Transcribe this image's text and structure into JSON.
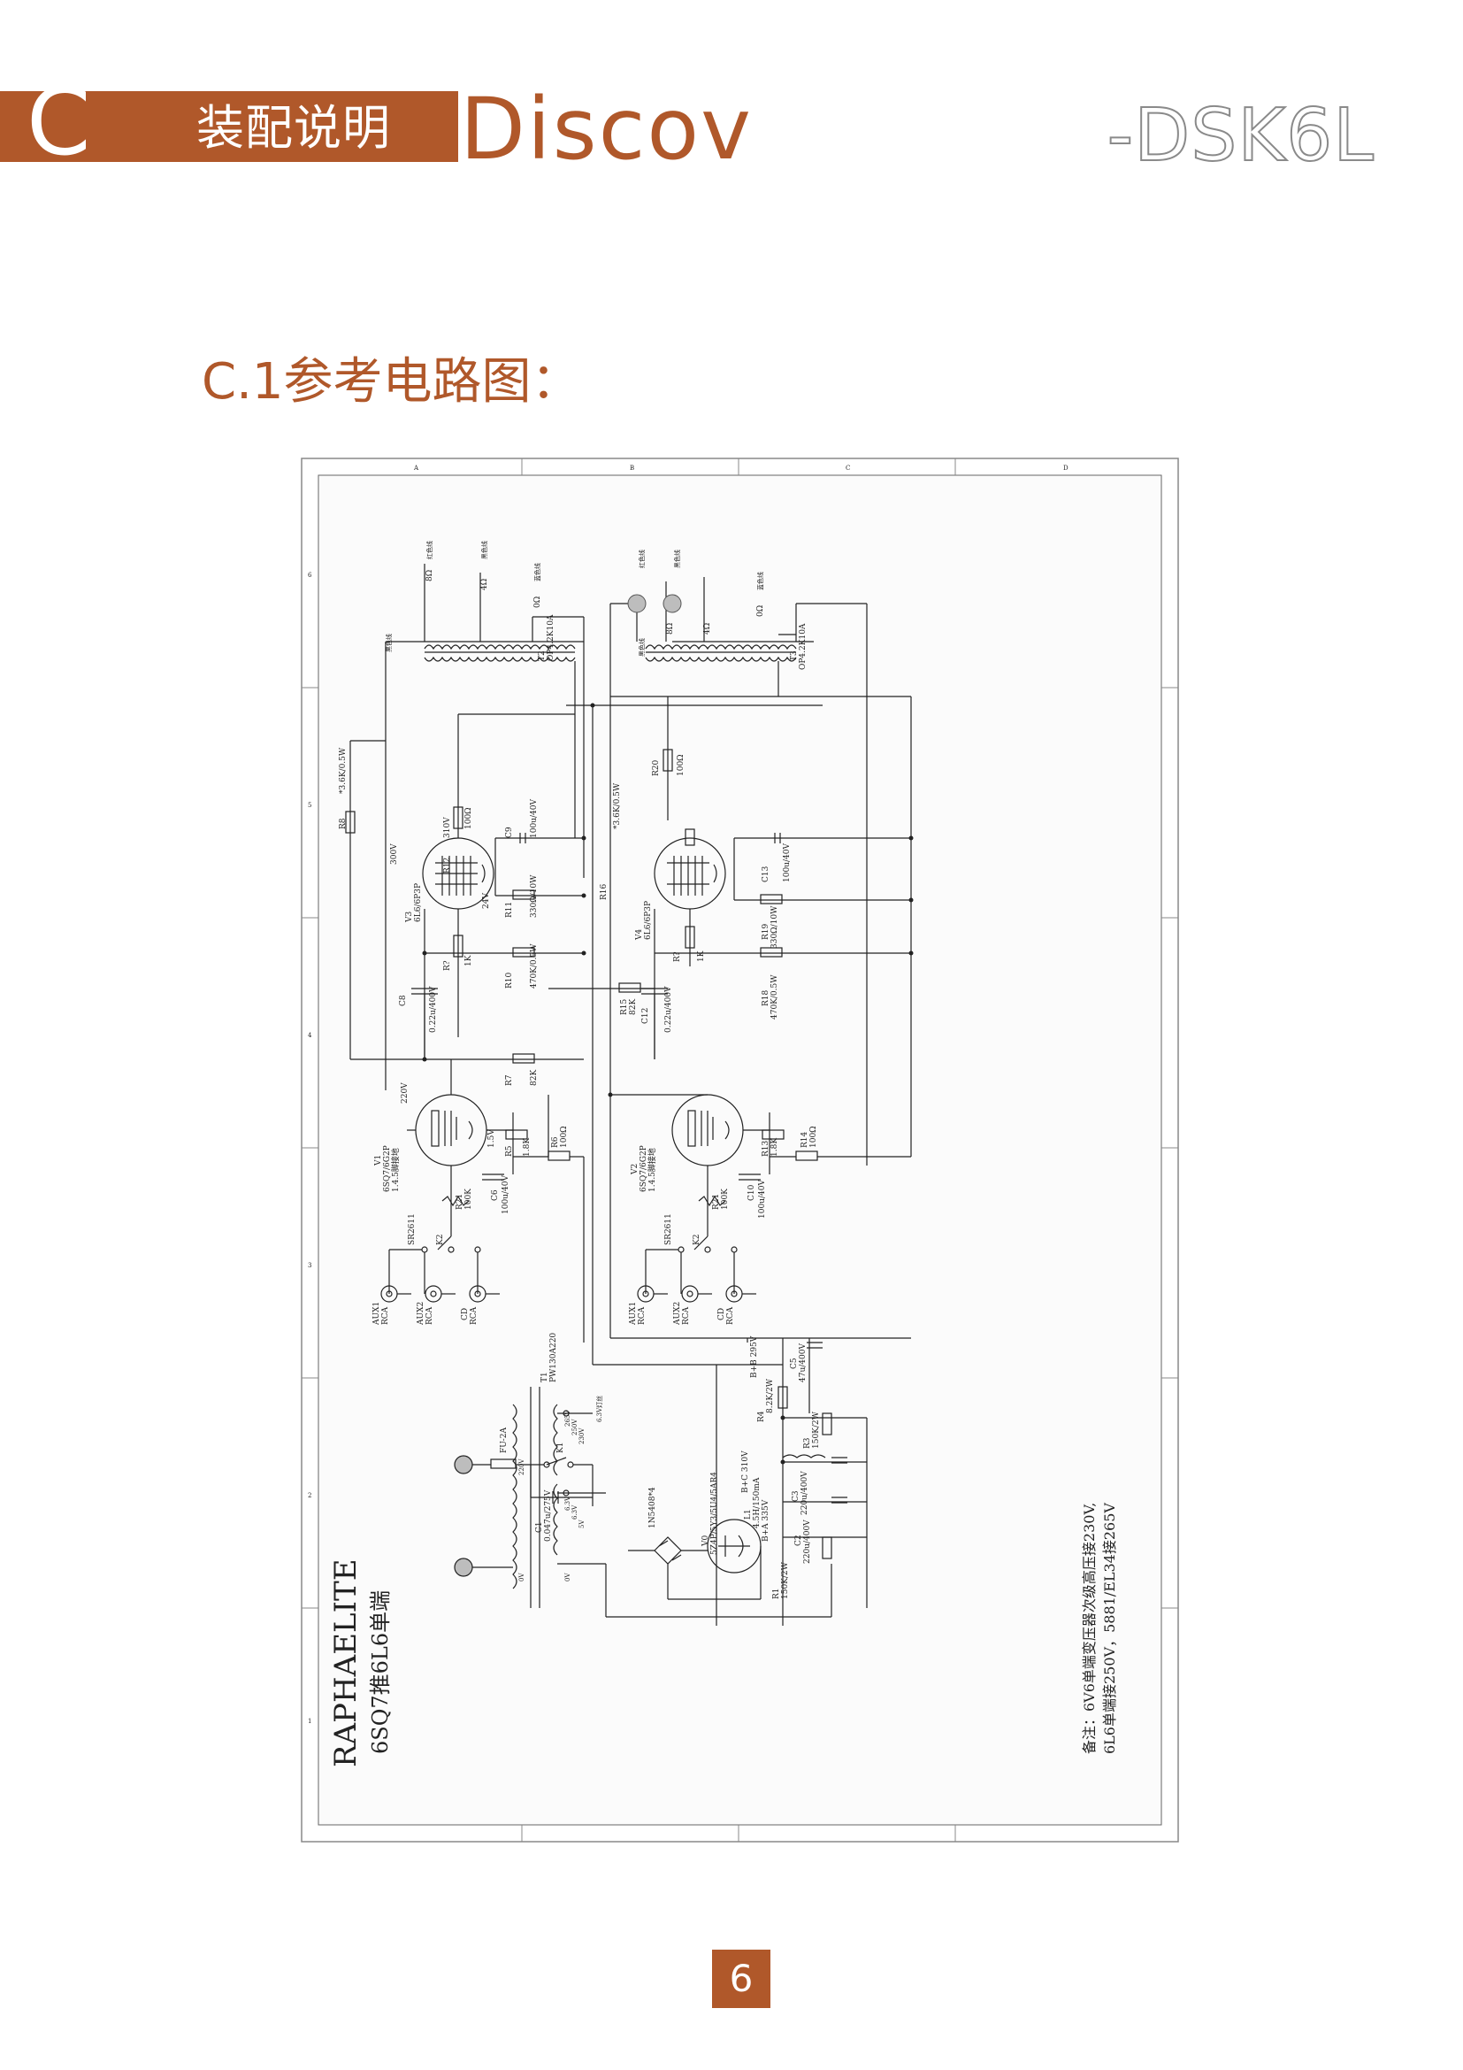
{
  "header": {
    "section_letter": "C",
    "title": "装配说明",
    "brand": "Discov",
    "model": "-DSK6L"
  },
  "section": {
    "heading": "C.1参考电路图："
  },
  "schematic": {
    "title": "RAPHAELITE",
    "subtitle": "6SQ7推6L6单端",
    "note_line1": "备注：6V6单端变压器次级高压接230V,",
    "note_line2": "6L6单端接250V，5881/EL34接265V",
    "frame_cols": [
      "A",
      "B",
      "C",
      "D"
    ],
    "frame_rows": [
      "1",
      "2",
      "3",
      "4",
      "5",
      "6"
    ],
    "output_transformers": [
      {
        "ref": "T2",
        "spec": "OP4.2K10A",
        "taps": [
          "8Ω",
          "4Ω",
          "0Ω"
        ],
        "tap_labels": [
          "红色线",
          "黑色线",
          "蓝色线",
          "黑色线"
        ]
      },
      {
        "ref": "T3",
        "spec": "OP4.2K10A",
        "taps": [
          "8Ω",
          "4Ω",
          "0Ω"
        ],
        "tap_labels": [
          "红色线",
          "黑色线",
          "蓝色线",
          "黑色线"
        ]
      }
    ],
    "output_tubes": [
      {
        "ref": "V3",
        "type": "6L6/6P3P",
        "voltages": [
          "310V",
          "300V",
          "24V"
        ]
      },
      {
        "ref": "V4",
        "type": "6L6/6P3P"
      }
    ],
    "driver_tubes": [
      {
        "ref": "V1",
        "type": "6SQ7/6G2P",
        "note": "1.4.5脚接地",
        "voltage": "220V",
        "pin_voltage": "1.5V"
      },
      {
        "ref": "V2",
        "type": "6SQ7/6G2P",
        "note": "1.4.5脚接地"
      }
    ],
    "resistors_left": [
      {
        "ref": "R12",
        "value": "100Ω"
      },
      {
        "ref": "R11",
        "value": "330Ω/10W"
      },
      {
        "ref": "R10",
        "value": "470K/0.5W"
      },
      {
        "ref": "R7",
        "value": "82K"
      },
      {
        "ref": "R?",
        "value": "1K"
      },
      {
        "ref": "R8",
        "value": "*3.6K/0.5W"
      },
      {
        "ref": "R5",
        "value": "1.8K"
      },
      {
        "ref": "R6",
        "value": "100Ω"
      },
      {
        "ref": "R21",
        "value": "100K"
      }
    ],
    "resistors_right": [
      {
        "ref": "R20",
        "value": "100Ω"
      },
      {
        "ref": "R19",
        "value": "330Ω/10W"
      },
      {
        "ref": "R18",
        "value": "470K/0.5W"
      },
      {
        "ref": "R15",
        "value": "82K"
      },
      {
        "ref": "R?",
        "value": "1K"
      },
      {
        "ref": "R16",
        "value": "*3.6K/0.5W"
      },
      {
        "ref": "R13",
        "value": "1.8K"
      },
      {
        "ref": "R14",
        "value": "100Ω"
      },
      {
        "ref": "R21",
        "value": "100K"
      }
    ],
    "capacitors": [
      {
        "ref": "C9",
        "value": "100u/40V"
      },
      {
        "ref": "C8",
        "value": "0.22u/400V"
      },
      {
        "ref": "C6",
        "value": "100u/40V"
      },
      {
        "ref": "C13",
        "value": "100u/40V"
      },
      {
        "ref": "C12",
        "value": "0.22u/400V"
      },
      {
        "ref": "C10",
        "value": "100u/40V"
      }
    ],
    "selectors": [
      {
        "ref": "K2",
        "part": "SR2611",
        "inputs": [
          "AUX1",
          "AUX2",
          "CD"
        ],
        "conn": "RCA"
      },
      {
        "ref": "K2",
        "part": "SR2611",
        "inputs": [
          "AUX1",
          "AUX2",
          "CD"
        ],
        "conn": "RCA"
      }
    ],
    "power_supply": {
      "fuse": "FU-2A",
      "switch": "K1",
      "c1": {
        "ref": "C1",
        "value": "0.047u/275V"
      },
      "transformer": {
        "ref": "T1",
        "spec": "PW130A220",
        "pri": [
          "220V",
          "0V"
        ],
        "sec": [
          "265V",
          "250V",
          "230V",
          "0V",
          "6.3V",
          "6.3V",
          "5V"
        ],
        "note": "6.3V灯丝"
      },
      "rectifier_tube": {
        "ref": "V0",
        "type": "5Z4P/5Y3/5U4/5AR4"
      },
      "diodes": "1N5408*4",
      "choke": {
        "ref": "L1",
        "value": "4.5H/150mA"
      },
      "r1": {
        "ref": "R1",
        "value": "150K/2W"
      },
      "r3": {
        "ref": "R3",
        "value": "150K/2W"
      },
      "r4": {
        "ref": "R4",
        "value": "8.2K/2W"
      },
      "c2": {
        "ref": "C2",
        "value": "220u/400V"
      },
      "c3": {
        "ref": "C3",
        "value": "220u/400V"
      },
      "c5": {
        "ref": "C5",
        "value": "47u/400V"
      },
      "rails": [
        "B+A 335V",
        "B+C 310V",
        "B+B 295V"
      ]
    }
  },
  "page_number": "6"
}
